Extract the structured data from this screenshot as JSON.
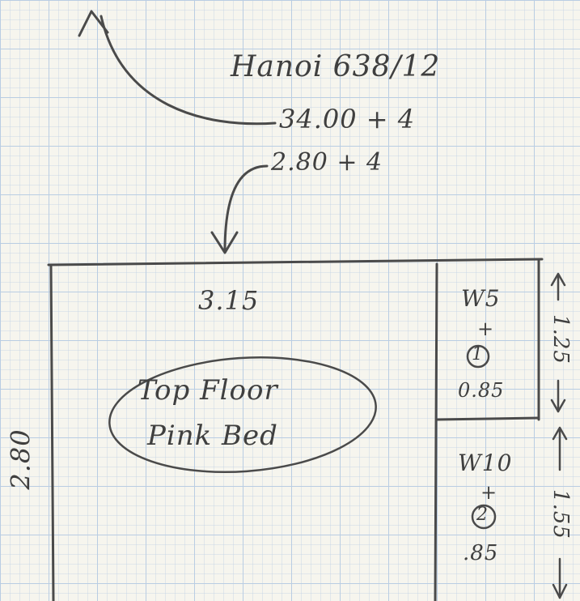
{
  "header": {
    "title": "Hanoi 638/12",
    "line1": "34.00 + 4",
    "line2": "2.80 + 4"
  },
  "room": {
    "top_width": "3.15",
    "left_height": "2.80",
    "note_line1": "Top Floor",
    "note_line2": "Pink Bed"
  },
  "windows": [
    {
      "label": "W5",
      "plus": "+",
      "number": "1",
      "value": "0.85",
      "side_dim": "1.25"
    },
    {
      "label": "W10",
      "plus": "+",
      "number": "2",
      "value": ".85",
      "side_dim": "1.55"
    }
  ]
}
